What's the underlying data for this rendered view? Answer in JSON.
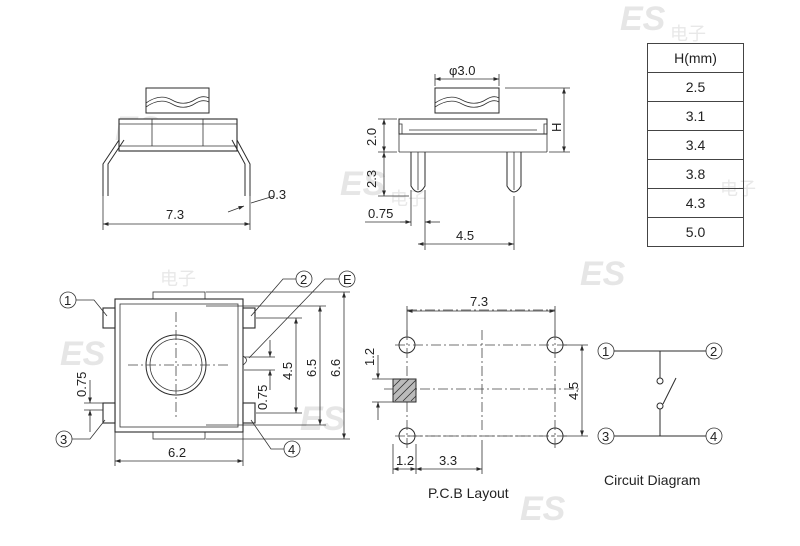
{
  "watermark": {
    "latin": "ES",
    "cn": "电子"
  },
  "height_table": {
    "header": "H(mm)",
    "rows": [
      "2.5",
      "3.1",
      "3.4",
      "3.8",
      "4.3",
      "5.0"
    ]
  },
  "side_view": {
    "width": "7.3",
    "pin_thickness": "0.3"
  },
  "front_view": {
    "actuator_dia": "φ3.0",
    "height_label": "H",
    "body_height": "2.0",
    "pin_length": "2.3",
    "pin_offset": "0.75",
    "pin_pitch": "4.5"
  },
  "top_view": {
    "width": "6.2",
    "pin_span": "4.5",
    "body_height": "6.5",
    "total_height": "6.6",
    "tab_offset_right": "0.75",
    "tab_offset_left": "0.75",
    "callouts": [
      "1",
      "2",
      "3",
      "4",
      "E"
    ]
  },
  "pcb_layout": {
    "caption": "P.C.B Layout",
    "width": "7.3",
    "height": "4.5",
    "hole_dia": "1.2",
    "pad_offset": "1.2",
    "pad_spacing": "3.3"
  },
  "circuit": {
    "caption": "Circuit Diagram",
    "terminals": [
      "1",
      "2",
      "3",
      "4"
    ]
  }
}
